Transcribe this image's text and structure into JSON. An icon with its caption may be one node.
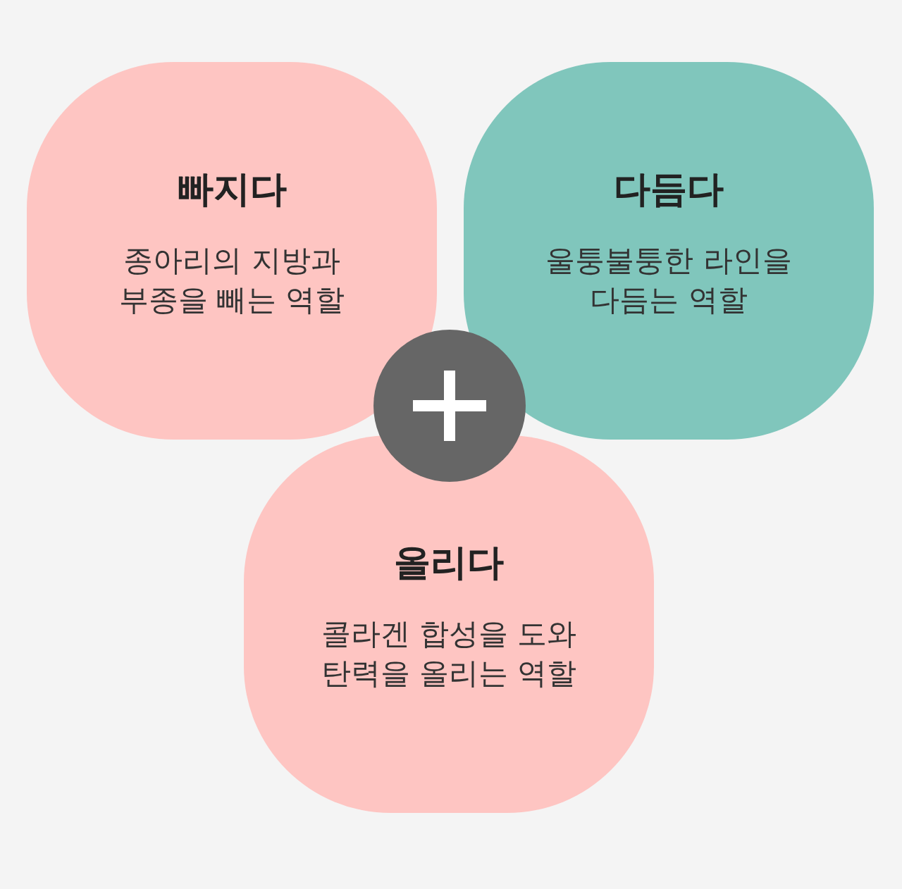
{
  "diagram": {
    "nodes": [
      {
        "text": [
          "빠지다",
          "종아리의 지방과 부종을 빼는 역할"
        ]
      },
      {
        "text": [
          "다듬다",
          "울퉁불퉁한 라인을 다듬는 역할"
        ]
      },
      {
        "text": [
          "올리다",
          "콜라겐 합성을 도와 탄력을 올리는 역할"
        ]
      }
    ]
  }
}
